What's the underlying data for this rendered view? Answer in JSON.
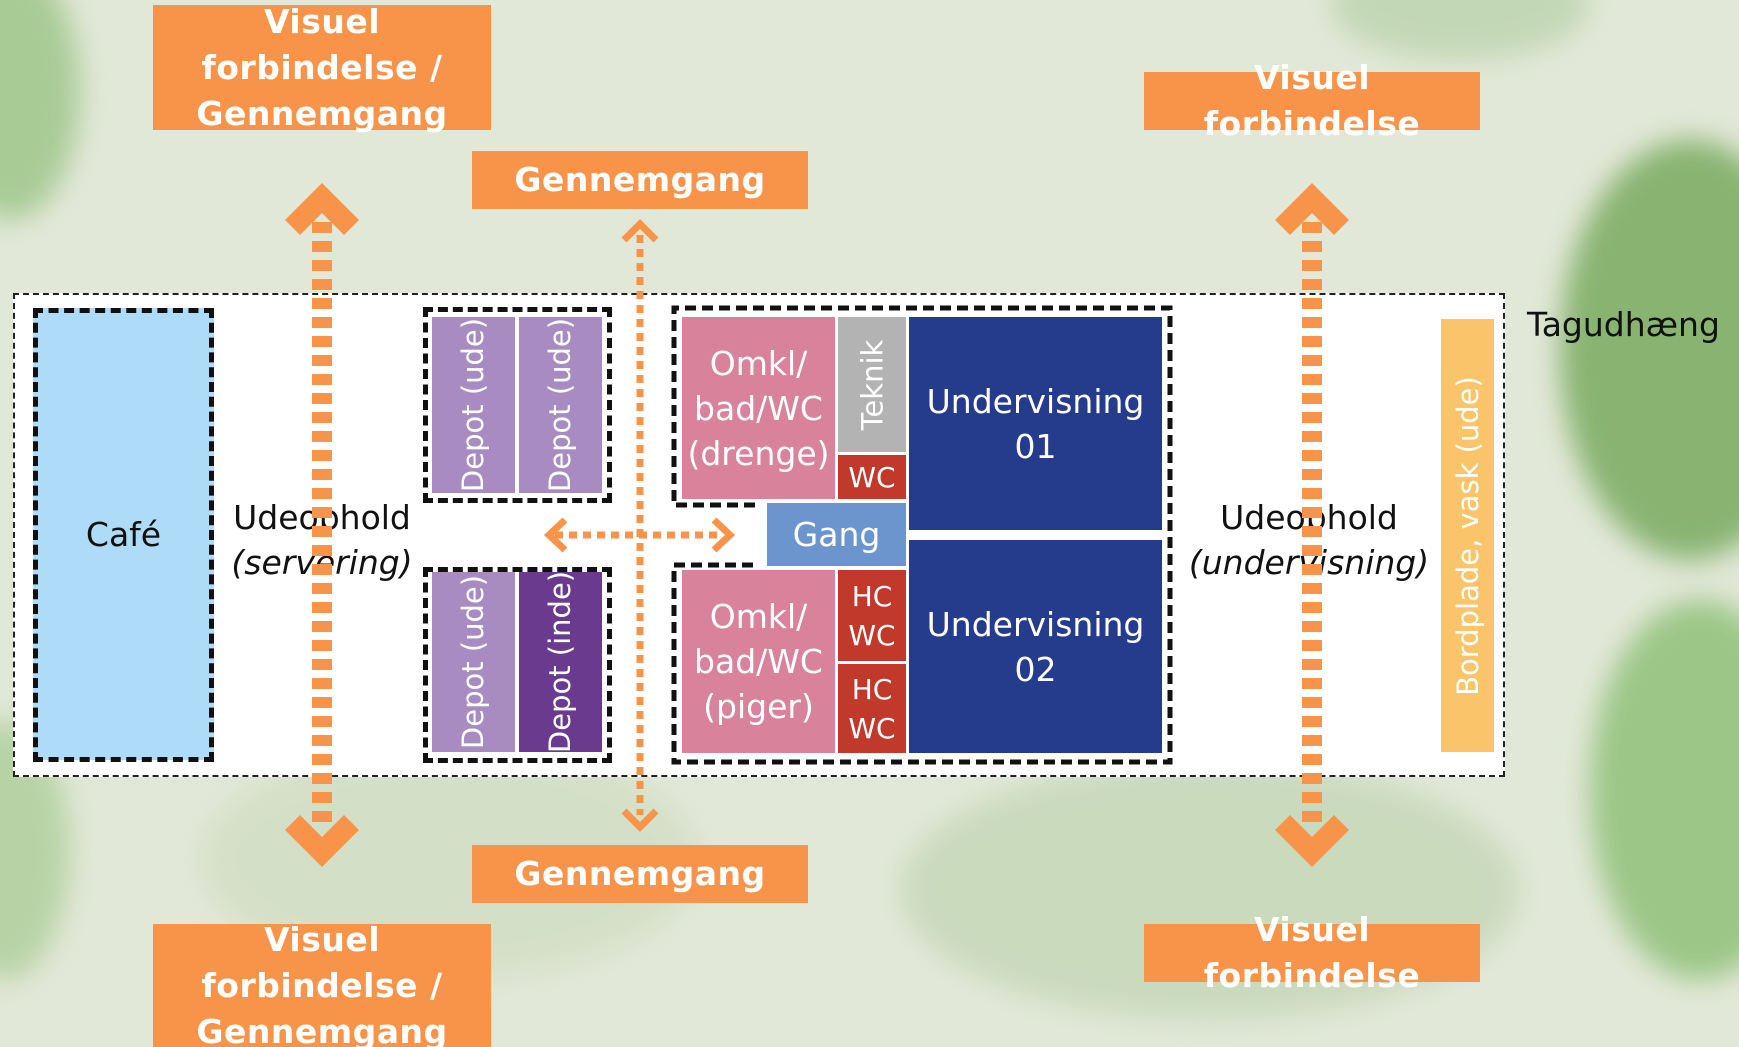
{
  "top_left_label": "Visuel forbindelse / Gennemgang",
  "top_center_label": "Gennemgang",
  "top_right_label": "Visuel forbindelse",
  "bottom_left_label": "Visuel forbindelse / Gennemgang",
  "bottom_center_label": "Gennemgang",
  "bottom_right_label": "Visuel forbindelse",
  "roof_label": "Tagudhæng",
  "cafe": "Café",
  "outdoor_left": {
    "line1": "Udeophold",
    "line2": "(servering)"
  },
  "outdoor_right": {
    "line1": "Udeophold",
    "line2": "(undervisning)"
  },
  "depot_top": [
    "Depot (ude)",
    "Depot (ude)"
  ],
  "depot_bottom": [
    "Depot (ude)",
    "Depot (inde)"
  ],
  "changing_boys": "Omkl/\nbad/WC\n(drenge)",
  "changing_girls": "Omkl/\nbad/WC\n(piger)",
  "teknik": "Teknik",
  "wc": "WC",
  "hc_wc_1": "HC\nWC",
  "hc_wc_2": "HC\nWC",
  "gang": "Gang",
  "teaching_1": "Undervisning\n01",
  "teaching_2": "Undervisning\n02",
  "counter": "Bordplade, vask (ude)",
  "colors": {
    "orange": "#f7944a",
    "cafe": "#aedcf8",
    "depot_light": "#a88bc0",
    "depot_dark": "#6a3a8e",
    "changing": "#d8829c",
    "teknik": "#b3b3b3",
    "wc": "#c0392b",
    "gang": "#6b95cc",
    "teaching": "#253c8c",
    "counter": "#f9c46a"
  }
}
